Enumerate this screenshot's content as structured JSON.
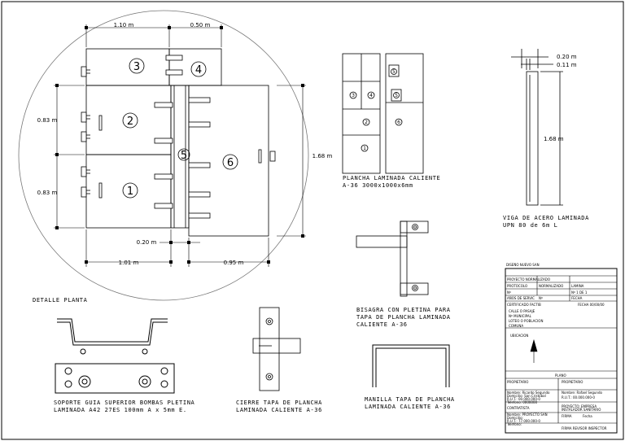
{
  "plan": {
    "dims": {
      "top_left": "1.10 m",
      "top_right": "0.50 m",
      "left_upper": "0.83 m",
      "left_lower": "0.83 m",
      "right_height": "1.68 m",
      "bottom_small": "0.20 m",
      "bottom_left": "1.01 m",
      "bottom_right": "0.95 m"
    },
    "panel_numbers": [
      "1",
      "2",
      "3",
      "4",
      "5",
      "6"
    ],
    "title": "DETALLE PLANTA"
  },
  "plancha": {
    "numbers": [
      "3",
      "4",
      "2",
      "1",
      "5",
      "5",
      "6"
    ],
    "caption_line1": "PLANCHA LAMINADA CALIENTE",
    "caption_line2": "A-36 3000x1000x6mm"
  },
  "viga": {
    "dim_top": "0.20 m",
    "dim_inner": "0.11 m",
    "dim_height": "1.68 m",
    "caption_line1": "VIGA DE ACERO LAMINADA",
    "caption_line2": "UPN 80 de 6m L"
  },
  "bisagra": {
    "caption_line1": "BISAGRA CON PLETINA PARA",
    "caption_line2": "TAPA DE PLANCHA LAMINADA",
    "caption_line3": "CALIENTE A-36"
  },
  "manilla": {
    "caption_line1": "MANILLA TAPA DE PLANCHA",
    "caption_line2": "LAMINADA CALIENTE A-36"
  },
  "cierre": {
    "caption_line1": "CIERRE TAPA DE PLANCHA",
    "caption_line2": "LAMINADA CALIENTE A-36"
  },
  "soporte": {
    "caption_line1": "SOPORTE GUIA SUPERIOR BOMBAS PLETINA",
    "caption_line2": "LAMINADA A42 27ES 100mm A x 5mm E."
  },
  "title_block": {
    "header": "DISEÑO NUEVO SAN",
    "row1_left": "PROYECTO NORMALIZADO",
    "row2_left": "PROTOCOLO",
    "row2_mid": "NORMALIZADO",
    "row2_right": "LAMINA",
    "row3_left": "Nº",
    "row3_right": "Nº 1 DE 1",
    "row4_left": "AÑOS DE SERVIC",
    "row4_mid": "Nº",
    "row4_right": "FECHA",
    "row5_left": "CERTIFICADO FACTIB",
    "row5_right": "FECHA 00/00/00",
    "address1": "CALLE O PASAJE",
    "address2": "Nº MUNICIPAL",
    "address3": "LOTEO O POBLACION",
    "comuna": "COMUNA",
    "ubicacion": "UBICACION",
    "mid_header": "PLANO",
    "propietario": "PROPIETARIO",
    "nombre1": "Nombre: Ricardo Segundo",
    "nombre2": "Domicilio: San Cristobal",
    "nombre3": "R.U.T.: 00.000.000-0",
    "nombre4": "Telefono: 0000000",
    "right_nombre1": "Nombre: Rafael Segundo",
    "right_nombre2": "R.U.T.: 00.000.000-0",
    "contratista": "CONTRATISTA",
    "cont_right1": "PROYECTO: EMPRESA",
    "cont_right2": "INSTALADOR SANITARIO",
    "cont1": "Nombre: PROYECTO SAN",
    "cont2": "Domicilio:",
    "cont3": "R.U.T.: 77.000.000-0",
    "cont4": "Telefono:",
    "firma": "FIRMA",
    "revisor": "Fecha",
    "footer": "FIRMA REVISOR INSPECTOR"
  }
}
